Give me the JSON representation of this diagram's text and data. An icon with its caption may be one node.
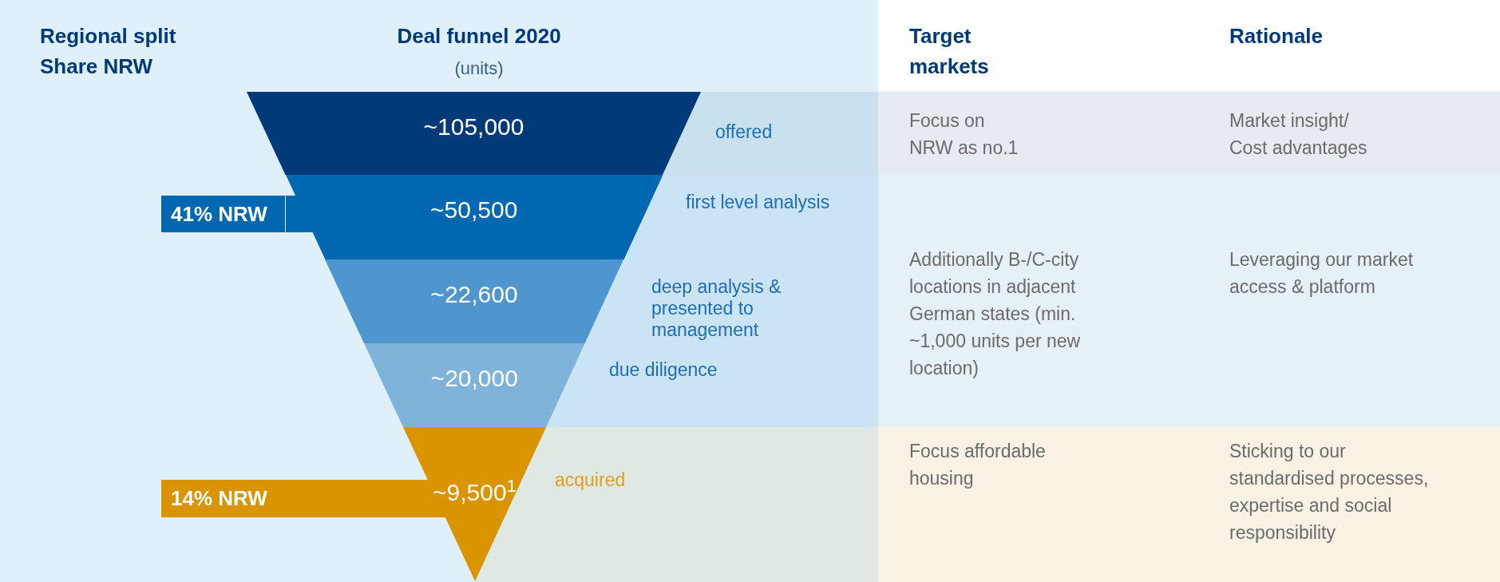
{
  "diagram": {
    "title": "Deal funnel 2020",
    "nodes": [
      {
        "text": [
          "~105,000"
        ],
        "beside": [
          "offered"
        ]
      },
      {
        "text": [
          "~50,500"
        ],
        "beside": [
          "first level analysis"
        ]
      },
      {
        "text": [
          "~22,600"
        ],
        "beside": [
          "deep analysis & presented to management"
        ]
      },
      {
        "text": [
          "~20,000"
        ],
        "beside": [
          "due diligence"
        ]
      },
      {
        "text": [
          "~9,500$^{1}$"
        ],
        "beside": [
          "acquired"
        ]
      },
      {
        "text": [
          "41% NRW"
        ]
      },
      {
        "text": [
          "14% NRW"
        ]
      }
    ],
    "labels": [
      "Regional split Share NRW",
      "(units)",
      "Target markets",
      "Rationale",
      "Focus on NRW as no.1",
      "Market insight/ Cost advantages",
      "Additionally B-/C-city locations in adjacent German states (min. ~1,000 units per new location)",
      "Leveraging our market access & platform",
      "Focus affordable housing",
      "Sticking to our standardised processes, expertise and social responsibility"
    ]
  }
}
